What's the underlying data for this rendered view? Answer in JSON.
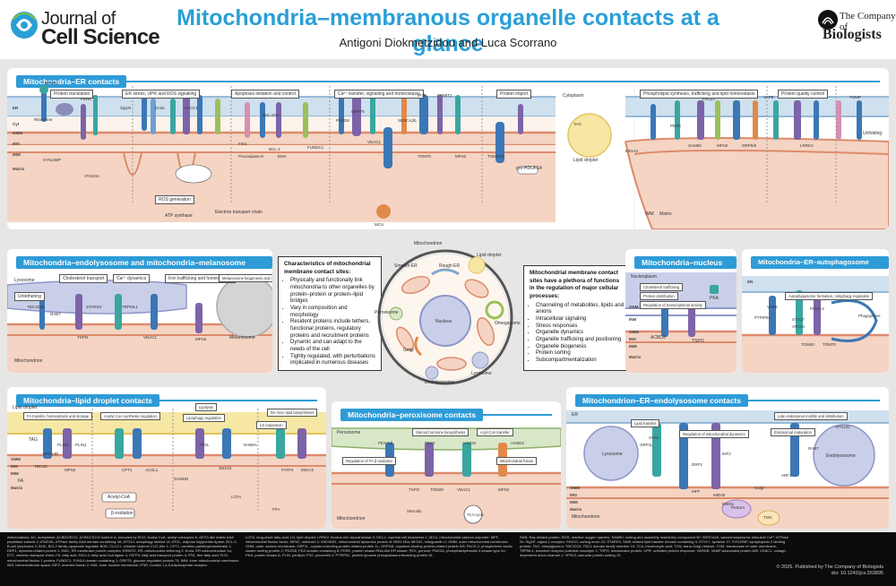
{
  "header": {
    "journal_line1": "Journal of",
    "journal_line2": "Cell Science",
    "title": "Mitochondria–membranous organelle contacts at a glance",
    "authors": "Antigoni Diokmetzidou and Luca Scorrano",
    "publisher_line1": "The Company of",
    "publisher_line2": "Biologists"
  },
  "panels": {
    "er": {
      "title": "Mitochondria–ER contacts",
      "sections": [
        "Protein translation",
        "ER stress, UPR and ROS signalling",
        "Apoptosis initiation and control",
        "Ca²⁺ transfer, signalling and homeostasis",
        "Protein import"
      ],
      "right_sections": [
        "Phospholipid synthesis, trafficking and lipid homeostasis",
        "Protein quality control"
      ],
      "labels": {
        "er": "ER",
        "cyt": "Cyt",
        "omm": "OMM",
        "ims": "IMS",
        "imm": "IMM",
        "matrix": "Matrix",
        "cytoplasm": "Cytoplasm",
        "lipid_droplet": "Lipid droplet",
        "unfolding": "Unfolding",
        "ros": "ROS generation",
        "etc": "Electron transport chain",
        "atp_synthase": "ATP synthase",
        "proteins": [
          "BRSP1",
          "Ribosome",
          "SYNJ2BP",
          "PERK",
          "ATAD3A",
          "Sig1R",
          "Erolα",
          "PERK",
          "CLCC1",
          "BCL-2/XL",
          "FIS1",
          "Procaspase-8",
          "BCL-2",
          "MCL1",
          "BOK",
          "FUNDC1",
          "PDZD8",
          "GRP75",
          "VDAC1",
          "MCU",
          "SERCA2b",
          "IP3R",
          "EMC",
          "ERMIT2",
          "TOM70",
          "TOM40",
          "MFN2",
          "ORP5/8",
          "PTPIP51",
          "VAPB",
          "MIGA2",
          "PS2",
          "TOMM40",
          "TAG",
          "PERK",
          "PTPIP51",
          "SAM50",
          "MFN2",
          "ORP5/8",
          "VAPB",
          "FACL4",
          "MIGA2",
          "LRRK2",
          "TOMP",
          "HSPD1",
          "HDUF"
        ],
        "imm_left": "IMM",
        "matrix_left": "Matrix",
        "cav": "Ca²⁺",
        "pre_hdufs4": "pre-HDUFS4"
      }
    },
    "endolyso": {
      "title": "Mitochondria–endolysosome and mitochondria–melanosome contacts",
      "sections": [
        "Cholesterol transport",
        "Ca²⁺ dynamics",
        "Iron trafficking and homeostasis",
        "Melanosome biogenesis and maturation"
      ],
      "labels": {
        "lysosome": "Lysosome",
        "mitochondrion": "Mitochondrion",
        "melanosome": "Melanosome",
        "untethering": "Untethering",
        "proteins": [
          "TBC1D15",
          "RAB7",
          "TSPO",
          "STARD3",
          "TRPML1",
          "VDAC1",
          "MFN2"
        ]
      }
    },
    "characteristics": {
      "heading": "Characteristics of mitochondrial membrane contact sites:",
      "items": [
        "Physically and functionally link mitochondria to other organelles by protein–protein or protein–lipid bridges",
        "Vary in composition and morphology",
        "Resident proteins include tethers, functional proteins, regulatory proteins and recruitment proteins",
        "Dynamic and can adapt to the needs of the cell",
        "Tightly regulated, with perturbations implicated in numerous diseases"
      ]
    },
    "cell": {
      "labels": [
        "Mitochondrion",
        "Smooth ER",
        "Lipid droplet",
        "Rough ER",
        "Nucleus",
        "Peroxisome",
        "Omegasome",
        "Golgi",
        "Endolysosome",
        "Lysosome"
      ]
    },
    "functions": {
      "heading": "Mitochondrial membrane contact sites have a plethora of functions in the regulation of major cellular processes:",
      "items": [
        "Channeling of metabolites, lipids and anions",
        "Intracellular signaling",
        "Stress responses",
        "Organelle dynamics",
        "Organelle trafficking and positioning",
        "Organelle biogenesis",
        "Protein sorting",
        "Subcompartmentalization"
      ]
    },
    "nucleus": {
      "title": "Mitochondria–nucleus contacts",
      "labels": [
        "Nucleoplasm",
        "Cholesterol trafficking",
        "Protein distribution",
        "Regulation of transcriptional activity",
        "ONM",
        "INM",
        "OMM",
        "IMS",
        "IMM",
        "Matrix",
        "TSPO",
        "ACBD3",
        "PKA"
      ]
    },
    "autophago": {
      "title": "Mitochondria–ER–autophagosome contacts",
      "labels": [
        "ER",
        "Autophagosome formation, mitophagy regulation",
        "VAPB",
        "PACS-2",
        "PTPIP51",
        "STX17",
        "ATG14",
        "Phagophore",
        "TOM40",
        "TOM70"
      ]
    },
    "lipid": {
      "title": "Mitochondria–lipid droplet contacts",
      "sections": [
        "FA transfer, homeostasis and storage",
        "Acetyl-CoA synthesis regulation",
        "Lipolysis",
        "Lipophagy regulation",
        "De novo lipid biosynthesis",
        "LD expansion"
      ],
      "labels": [
        "Lipid droplet",
        "TAG",
        "FA",
        "Acetyl-CoA",
        "β-oxidation",
        "OMM",
        "IMS",
        "IMM",
        "Matrix",
        "PLIN5",
        "PLIN1",
        "MFN2",
        "VPS13D",
        "TBC1D",
        "ATGL",
        "SNX10",
        "ACSL1",
        "CPT1",
        "SAMHD",
        "RAB8A",
        "LCFA",
        "FFA",
        "FATP4",
        "MIGA2",
        "ACADVL"
      ]
    },
    "peroxi": {
      "title": "Mitochondria–peroxisome contacts",
      "sections": [
        "Steroid hormone biosynthesis",
        "Acyl-CoA transfer",
        "Regulation of FA β-oxidation",
        "Mitochondrial fusion"
      ],
      "labels": [
        "Peroxisome",
        "Mitochondrion",
        "PEX11β",
        "ACBD5",
        "MFN2",
        "TOM20",
        "VDAC1",
        "Steroids",
        "TCA cycle",
        "PEX5",
        "ACBD2",
        "TSPO"
      ]
    },
    "mer_endo": {
      "title": "Mitochondrion–ER–endolysosome contacts",
      "sections": [
        "Late endosomal motility and distribution",
        "Lipid transfer",
        "Regulation of mitochondrial dynamics",
        "Endosomal maturation"
      ],
      "labels": [
        "ER",
        "Lysosome",
        "Endolysosome",
        "Mitochondrion",
        "OMM",
        "IMS",
        "IMM",
        "Matrix",
        "VPS13C",
        "ORP1L",
        "VAPA",
        "DRP1",
        "MFF",
        "MID49",
        "MID51",
        "INF2",
        "PI4K2A",
        "TGN",
        "Golgi",
        "RAB7",
        "ARF1"
      ]
    }
  },
  "footer": {
    "abbreviations": [
      "Abbreviations: AC, acetylation; ACBD2/ECI2, ACBD2 ECI2 isoform A, encoded by ECI2; Acetyl-CoA, acetyl coenzyme A; AFG3-like matrix AAA peptidase subunit 2; ATAD3A, ATPase family AAA domain containing 3A; ATG14, autophagy related 14; ATGL, adipose triglyceride lipase; BCL-2, B-cell lymphoma 2; BOK, BCL2 family apoptosis regulator BOK; CLCC1, chloride channel CLIC-like 1; CPT1, carnitine palmitoyltransferase 1; DRP1, dynamin-related protein 1; EMC, ER membrane protein complex; ERMIT2, ER–mitochondria tethering 2; Erolα, ER oxidoreductase 1α; ETC, electron transport chain; FA, fatty acid; FACL4, fatty acid-CoA ligase 4; FATP4, fatty acid transport protein 4; FFA, free fatty acid; FIS1, mitochondrial fission 1 protein; FUNDC1, FUN14 domain containing 1; GRP75, glucose-regulated protein 75; IMM, inner mitochondrial membrane; IMS, intermembrane space; INF2, inverted formin 2; INM, inner nuclear membrane; IP3R, inositol 1,4,5-trisphosphate receptor."
    ],
    "abbreviations_mid": [
      "LCFA, long-chain fatty acid; LD, lipid droplet; LRRK2, leucine-rich repeat kinase 2; MCL1, myeloid cell leukaemia 1; MCU, mitochondrial calcium uniporter; MFF, mitochondrial fission factor; MFN2, mitofusin 2; MID49/51, mitochondrial dynamics protein of 49/51 kDa; MIGA2, mitoguardin 2; OMM, outer mitochondrial membrane; ONM, outer nuclear membrane; ORP1L, oxysterol-binding protein-related protein 1L; ORP5/8, oxysterol-binding protein-related protein 5/8; PACS-2, phosphofurin acidic cluster sorting protein 2; PDZD8, PDZ domain containing 8; PERK, protein kinase RNA-like ER kinase; PEX, peroxin; PI4K2A, phosphatidylinositol 4-kinase type 2α; PKA, protein kinase A; PLIN, perilipin; PS2, presenilin 2; PTPIP51, protein tyrosine phosphatase-interacting protein 51."
    ],
    "abbreviations_right": [
      "RAB, Ras-related protein; ROS, reactive oxygen species; SAM50, sorting and assembly machinery component 50; SERCA2b, sarco/endoplasmic reticulum Ca²⁺-ATPase 2b; Sig1R, sigma-1 receptor; SNX10, sorting nexin 10; STARD3, StAR-related lipid transfer domain containing 3; STX17, syntaxin 17; SYNJ2BP, synaptojanin 2 binding protein; TAG, triacylglycerol; TBC1D15, TBC1 domain family member 15; TCA, tricarboxylic acid; TGN, trans-Golgi network; TOM, translocase of outer membrane; TRPML1, transient receptor potential mucolipin 1; TSPO, translocator protein; UPR, unfolded protein response; VAPA/B, VAMP-associated protein A/B; VDAC1, voltage-dependent anion channel 1; VPS13, vacuolar protein sorting 13."
    ],
    "copyright": "© 2025. Published by The Company of Biologists",
    "doi": "doi: 10.1242/jcs.263895"
  },
  "colors": {
    "accent": "#2e9bd6",
    "title": "#2a9fd6",
    "mitochondrion": "#f2c7b4",
    "omm": "#e8a48c",
    "er": "#bfd6ea",
    "lysosome": "#c9cfe8",
    "lipid": "#f6e7a4",
    "protein_blue": "#3c77b5",
    "protein_teal": "#3aa6a0",
    "protein_purple": "#7d63a8",
    "footer_bg": "#0b0b0b"
  }
}
